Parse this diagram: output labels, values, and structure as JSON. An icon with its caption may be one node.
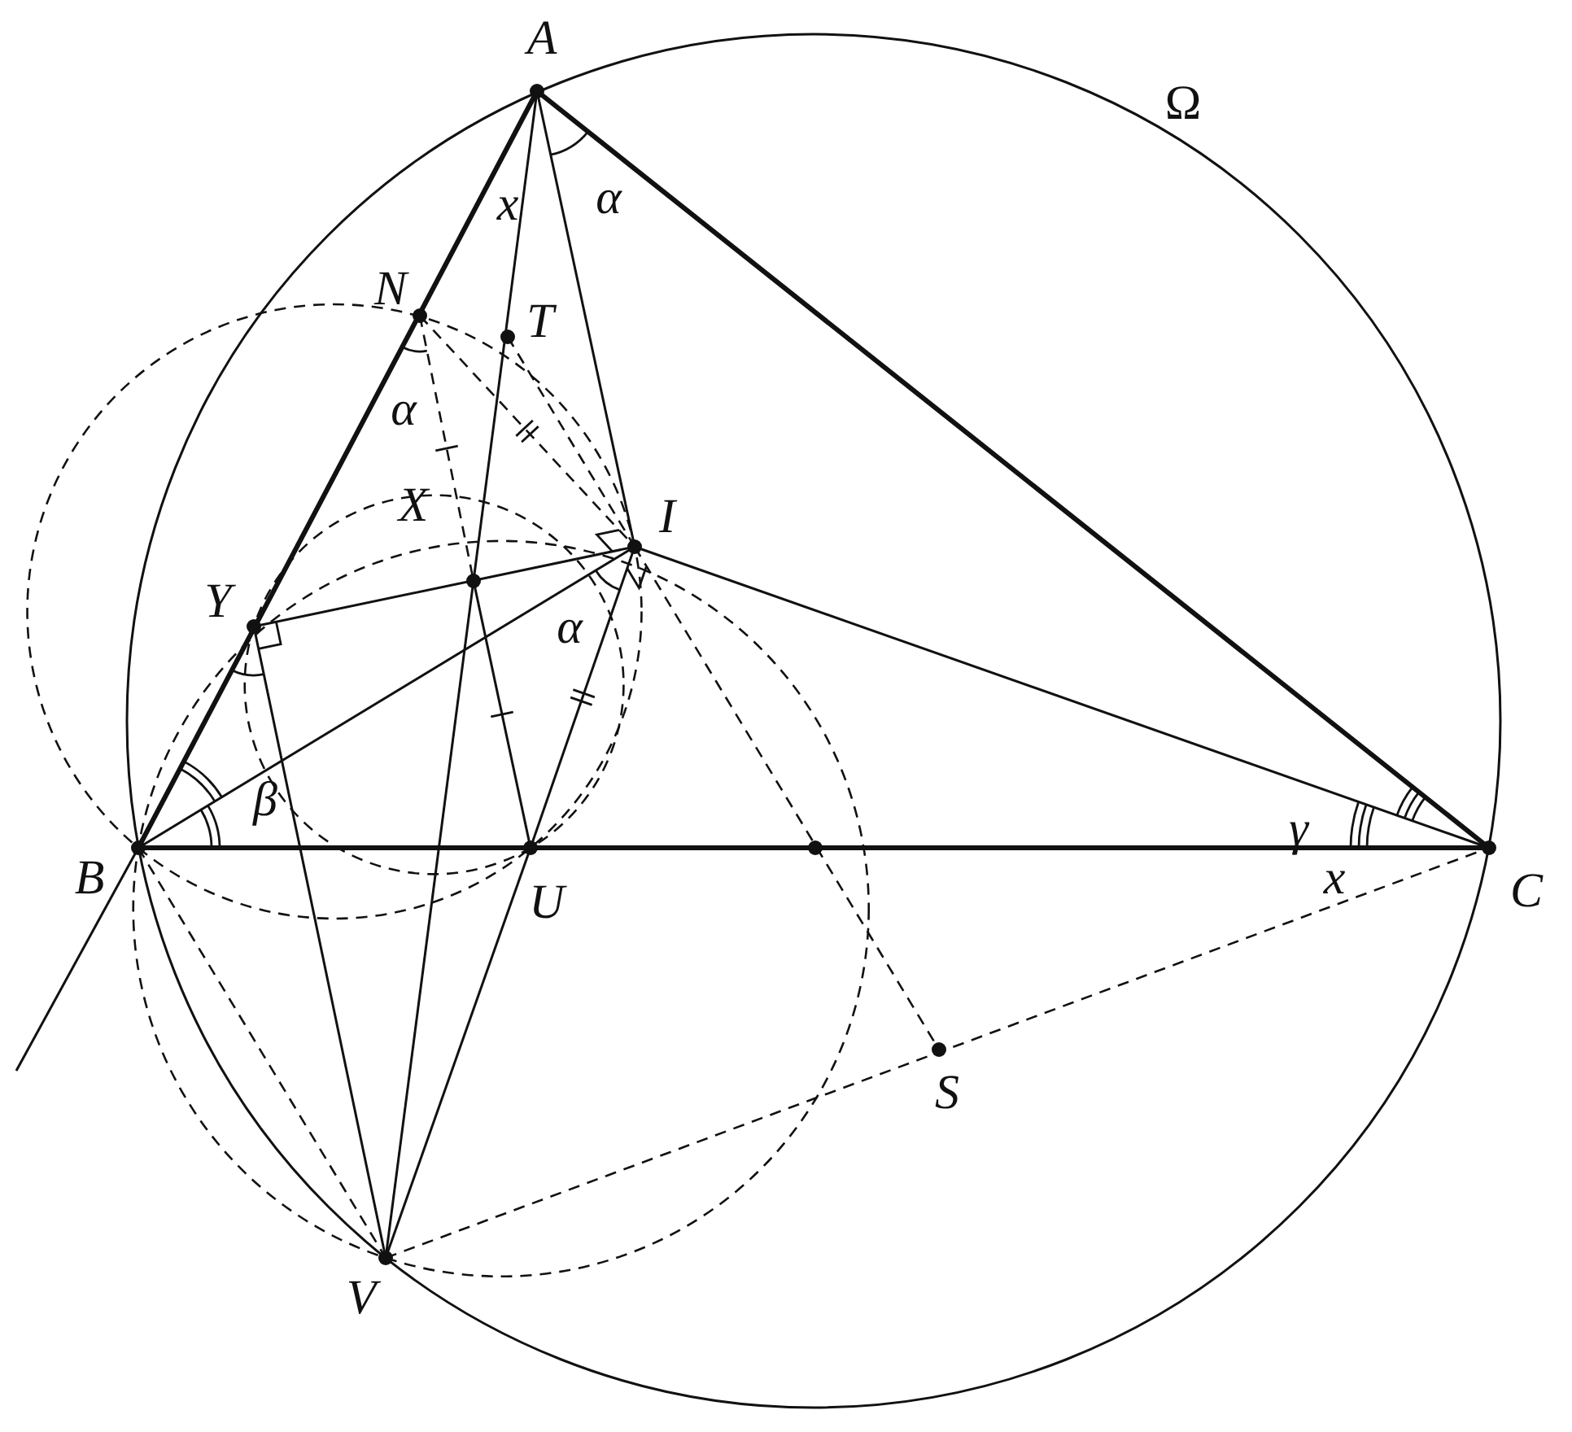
{
  "diagram": {
    "labels": [
      "A",
      "Ω",
      "x",
      "α",
      "N",
      "T",
      "α",
      "I",
      "X",
      "Y",
      "α",
      "β",
      "γ",
      "B",
      "x",
      "C",
      "U",
      "S",
      "V"
    ]
  }
}
